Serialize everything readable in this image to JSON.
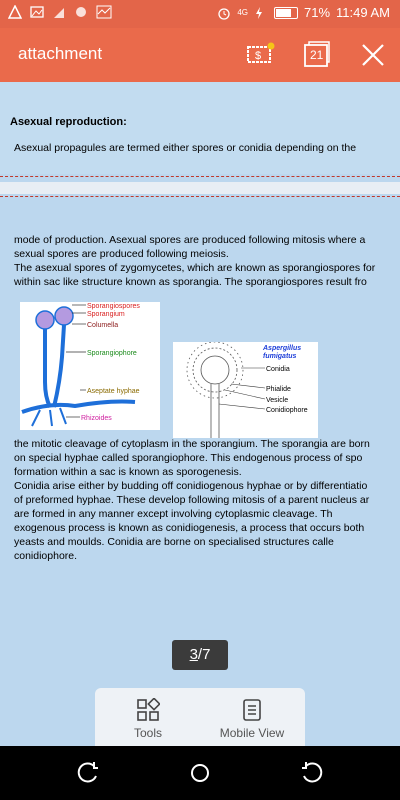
{
  "status_bar": {
    "time": "11:49 AM",
    "battery_percent": "71%",
    "network": "4G"
  },
  "app_bar": {
    "title": "attachment",
    "page_indicator": "21"
  },
  "document": {
    "section_title": "Asexual reproduction:",
    "intro_line": "Asexual propagules are termed either spores or conidia depending on the",
    "paragraph1": [
      "mode of production. Asexual spores are produced following mitosis where a",
      "sexual spores are produced following meiosis.",
      "The asexual spores of zygomycetes, which are known as sporangiospores for",
      "within sac like structure known as sporangia. The sporangiospores result fro"
    ],
    "figure_left_labels": [
      "Sporangiospores",
      "Sporangium",
      "Columella",
      "Sporangiophore",
      "Aseptate hyphae",
      "Rhizoides"
    ],
    "figure_right_labels": {
      "species": "Aspergillus",
      "species2": "fumigatus",
      "conidia": "Conidia",
      "phialide": "Phialide",
      "vesicle": "Vesicle",
      "conidiophore": "Conidiophore"
    },
    "paragraph2": [
      "the mitotic cleavage of cytoplasm in the sporangium. The sporangia are born",
      "on special hyphae called sporangiophore. This endogenous process of spo",
      "formation within a sac is known as sporogenesis.",
      "Conidia arise either by budding off conidiogenous hyphae or by differentiatio",
      "of preformed hyphae. These develop following mitosis of a parent nucleus ar",
      "are formed in any manner except involving cytoplasmic cleavage. Th",
      "exogenous process is known as conidiogenesis, a process that occurs both",
      "yeasts and moulds. Conidia are borne on specialised structures calle",
      "conidiophore."
    ]
  },
  "pager": {
    "current": "3",
    "separator": "/",
    "total": "7"
  },
  "bottom_bar": {
    "tools_label": "Tools",
    "mobile_view_label": "Mobile View"
  }
}
